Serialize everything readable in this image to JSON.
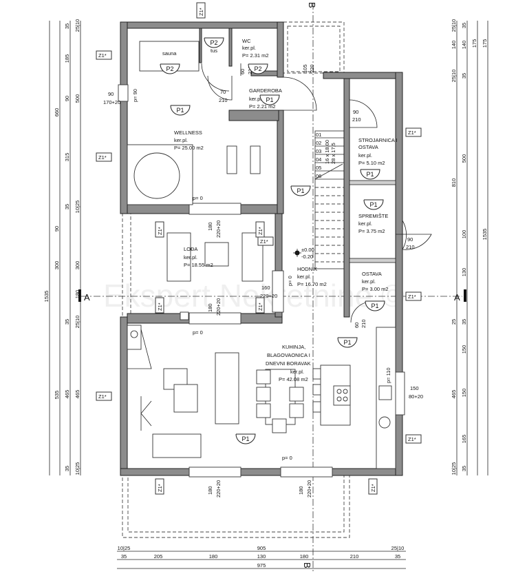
{
  "rooms": {
    "sauna": {
      "name": "sauna",
      "floor": "P2"
    },
    "tus": {
      "name": "tus",
      "floor": "P2"
    },
    "wc": {
      "name": "WC",
      "finish": "ker.pl.",
      "area": "P= 2.31 m2",
      "floor": "P2"
    },
    "garderoba": {
      "name": "GARDEROBA",
      "finish": "ker.pl.",
      "area": "P= 2.21 m2",
      "floor": "P1"
    },
    "wellness": {
      "name": "WELLNESS",
      "finish": "ker.pl.",
      "area": "P= 25.00 m2",
      "floor": "P1"
    },
    "lodja": {
      "name": "LOĐA",
      "finish": "ker.pl.",
      "area": "P= 18.55 m2"
    },
    "hodnik": {
      "name": "HODNIK",
      "finish": "ker.pl.",
      "area": "P= 16.70 m2",
      "floor": "P1"
    },
    "strojarnica": {
      "name_1": "STROJARNICA I",
      "name_2": "OSTAVA",
      "finish": "ker.pl.",
      "area": "P= 5.10 m2",
      "floor": "P1"
    },
    "spremiste": {
      "name": "SPREMIŠTE",
      "finish": "ker.pl.",
      "area": "P= 3.75 m2",
      "floor": "P1"
    },
    "ostava": {
      "name": "OSTAVA",
      "finish": "ker.pl.",
      "area": "P= 3.00 m2",
      "floor": "P1"
    },
    "kuhinja": {
      "name_1": "KUHINJA,",
      "name_2": "BLAGOVAONICA I",
      "name_3": "DNEVNI BORAVAK",
      "finish": "ker.pl.",
      "area": "P= 42.08 m2",
      "floor": "P1"
    }
  },
  "tag": "Z1*",
  "section_markers": {
    "a": "A",
    "b": "B"
  },
  "elevation": {
    "top": "±0.00",
    "bottom": "-0.20"
  },
  "stairs": {
    "steps": [
      "01",
      "02",
      "03",
      "04",
      "05",
      "06"
    ],
    "spec_1": "16 x 18,00",
    "spec_2": "28 x 17,5"
  },
  "openings": {
    "wellness_window": {
      "width": "90",
      "height": "170+20",
      "parapet": "p= 90"
    },
    "garderoba_door": {
      "width": "70",
      "height": "210"
    },
    "wc_door": {
      "width": "60",
      "height": "210"
    },
    "entrance_door": {
      "width": "105",
      "height": "220"
    },
    "strojarnica_door": {
      "width": "90",
      "height": "210"
    },
    "spremiste_door": {
      "width": "90",
      "height": "210"
    },
    "ostava_door": {
      "width": "60",
      "height": "210"
    },
    "glass_door": {
      "width": "180",
      "height": "220+20"
    },
    "loggia_side": {
      "width": "160",
      "height": "220+20"
    },
    "kitchen_window": {
      "width": "150",
      "height": "80+20",
      "parapet": "p= 110"
    },
    "parapet_zero": "p= 0"
  },
  "dimensions": {
    "left_1": [
      "1535"
    ],
    "left_2": [
      "660",
      "90",
      "300",
      "535"
    ],
    "left_3": [
      "35",
      "185",
      "90",
      "315",
      "35",
      "35",
      "465",
      "35"
    ],
    "left_4": [
      "25|10",
      "500",
      "10|25",
      "300",
      "180",
      "25|10",
      "465",
      "10|25"
    ],
    "right_1": [
      "25|10",
      "140",
      "25|10",
      "810",
      "25",
      "465",
      "10|25"
    ],
    "right_2": [
      "35",
      "140",
      "35",
      "500",
      "100",
      "130",
      "35",
      "150",
      "150",
      "165",
      "35"
    ],
    "right_3": [
      "175"
    ],
    "right_4": [
      "175",
      "1535"
    ],
    "bottom_1": [
      "10|25",
      "905",
      "25|10"
    ],
    "bottom_2": [
      "35",
      "205",
      "180",
      "130",
      "180",
      "210",
      "35"
    ],
    "bottom_3": [
      "975"
    ]
  },
  "watermark": "Ekspert Nekretnine ©"
}
